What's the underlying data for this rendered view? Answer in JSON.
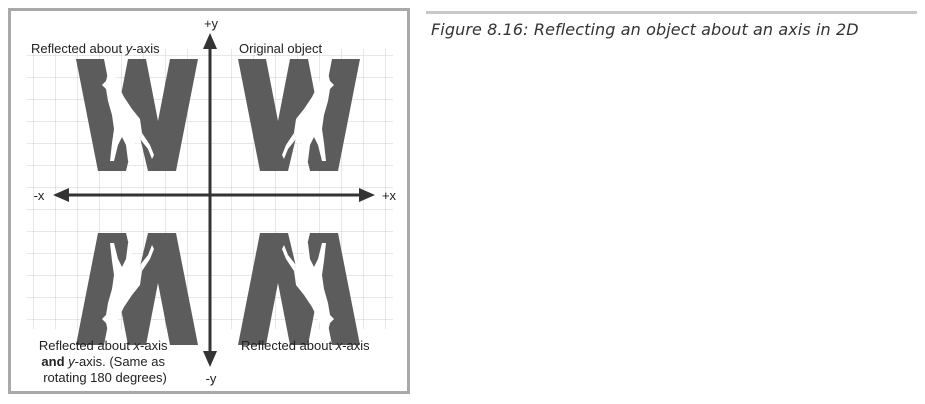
{
  "caption": "Figure 8.16: Reflecting an object about an axis in 2D",
  "colors": {
    "shape": "#5c5c5c",
    "grid": "#cfcfcf",
    "axis": "#333333",
    "frame": "#a9a9a9",
    "animal": "#ffffff"
  },
  "axes": {
    "y_pos": "+y",
    "y_neg": "-y",
    "x_pos": "+x",
    "x_neg": "-x"
  },
  "quadrants": {
    "top_left": {
      "prefix": "Reflected about ",
      "axis": "y",
      "suffix": "-axis"
    },
    "top_right": {
      "text": "Original object"
    },
    "bottom_right": {
      "prefix": "Reflected about ",
      "axis": "x",
      "suffix": "-axis"
    },
    "bottom_left": {
      "line1_prefix": "Reflected about ",
      "line1_axis": "x",
      "line1_suffix": "-axis",
      "line2_bold": "and",
      "line2_axis": "y",
      "line2_suffix": "-axis. (Same as",
      "line3": "rotating 180 degrees)"
    }
  },
  "icons": {
    "shape": "letter-w-icon",
    "animal": "howling-coyote-icon"
  }
}
